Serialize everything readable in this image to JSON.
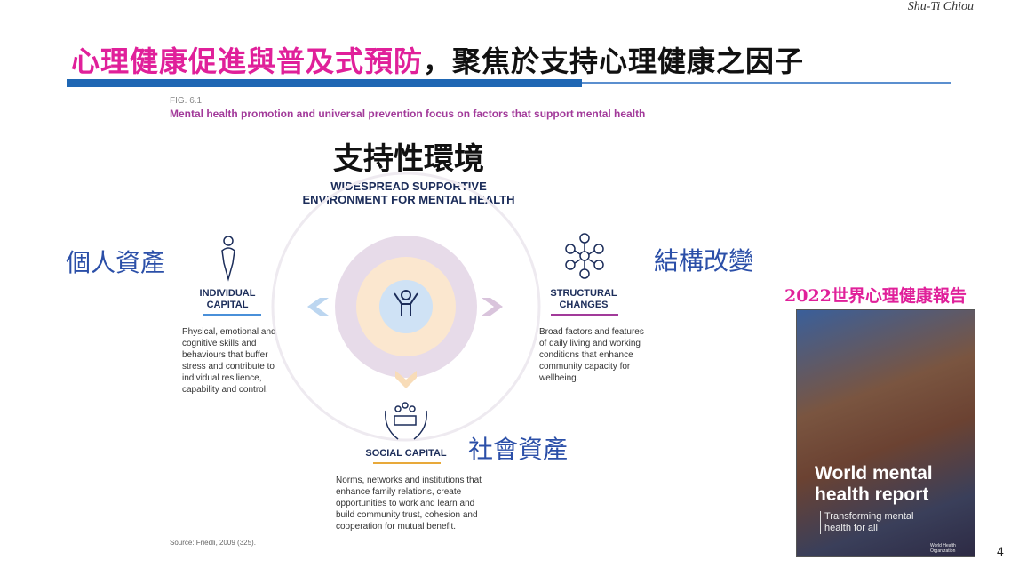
{
  "author": "Shu-Ti Chiou",
  "title": {
    "pink": "心理健康促進與普及式預防",
    "black": "，聚焦於支持心理健康之因子"
  },
  "figure": {
    "label": "FIG. 6.1",
    "title": "Mental health promotion and universal prevention focus on factors that support mental health",
    "environment_zh": "支持性環境",
    "environment_en_1": "WIDESPREAD SUPPORTIVE",
    "environment_en_2": "ENVIRONMENT FOR MENTAL HEALTH",
    "individual": {
      "zh": "個人資產",
      "cap1": "INDIVIDUAL",
      "cap2": "CAPITAL",
      "desc": "Physical, emotional and cognitive skills and behaviours that buffer stress and contribute to individual resilience, capability and control.",
      "color": "#4a90d9"
    },
    "structural": {
      "zh": "結構改變",
      "cap1": "STRUCTURAL",
      "cap2": "CHANGES",
      "desc": "Broad factors and features of daily living and working conditions that enhance community capacity for wellbeing.",
      "color": "#a23a9a"
    },
    "social": {
      "zh": "社會資產",
      "cap": "SOCIAL CAPITAL",
      "desc": "Norms, networks and institutions that enhance family relations, create opportunities to work and learn and build community trust, cohesion and cooperation for mutual benefit.",
      "color": "#e8a93a"
    },
    "source": "Source: Friedli, 2009 (325)."
  },
  "report": {
    "label": "2022世界心理健康報告",
    "cover_title": "World mental health report",
    "cover_subtitle": "Transforming mental health for all",
    "publisher": "World Health Organization"
  },
  "page_number": "4"
}
